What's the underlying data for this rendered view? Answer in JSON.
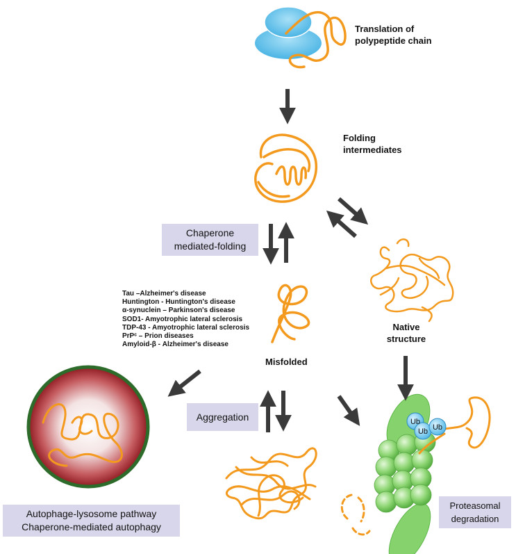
{
  "labels": {
    "translation": [
      "Translation of",
      "polypeptide chain"
    ],
    "folding": [
      "Folding",
      "intermediates"
    ],
    "chaperone_folding": [
      "Chaperone",
      "mediated-folding"
    ],
    "native": [
      "Native",
      "structure"
    ],
    "misfolded": "Misfolded",
    "aggregation": "Aggregation",
    "autophagy": [
      "Autophage-lysosome pathway",
      "Chaperone-mediated autophagy"
    ],
    "proteasomal": [
      "Proteasomal",
      "degradation"
    ]
  },
  "diseases": [
    "Tau –Alzheimer's disease",
    "Huntington - Huntington's disease",
    "α-synuclein – Parkinson's disease",
    "SOD1- Amyotrophic lateral sclerosis",
    "TDP-43 - Amyotrophic lateral sclerosis",
    "PrPᶜ – Prion diseases",
    "Amyloid-β - Alzheimer's disease"
  ],
  "ubiquitin": [
    "Ub",
    "Ub",
    "Ub"
  ],
  "colors": {
    "protein_chain": "#f39a1e",
    "ribosome": "#6cc6ee",
    "proteasome": "#86d26c",
    "lysosome_rim": "#2c6b2a",
    "lysosome_inner": "#9e1b22",
    "label_box": "#d8d6ea",
    "arrow": "#3a3a3a"
  }
}
